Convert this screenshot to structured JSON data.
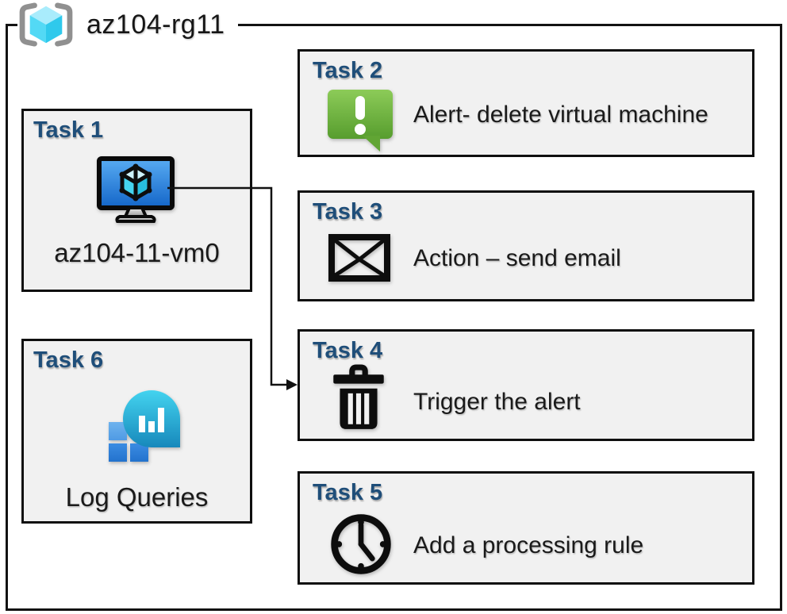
{
  "header": {
    "title": "az104-rg11",
    "icon": "resource-group-icon"
  },
  "tasks": [
    {
      "id": "task1",
      "title": "Task 1",
      "label": "az104-11-vm0",
      "icon": "virtual-machine-icon"
    },
    {
      "id": "task2",
      "title": "Task 2",
      "label": "Alert- delete virtual machine",
      "icon": "alert-message-icon"
    },
    {
      "id": "task3",
      "title": "Task 3",
      "label": "Action – send email",
      "icon": "email-envelope-icon"
    },
    {
      "id": "task4",
      "title": "Task 4",
      "label": "Trigger the alert",
      "icon": "trash-delete-icon"
    },
    {
      "id": "task5",
      "title": "Task 5",
      "label": "Add a processing rule",
      "icon": "clock-icon"
    },
    {
      "id": "task6",
      "title": "Task 6",
      "label": "Log Queries",
      "icon": "log-queries-icon"
    }
  ],
  "connector": {
    "from": "task1",
    "to": "task4",
    "style": "elbow-arrow"
  },
  "colors": {
    "title_blue": "#1f4e79",
    "box_fill": "#f1f1f1",
    "box_border": "#0f0f0f",
    "alert_green": "#6cb33f",
    "vm_screen_blue": "#2a7fd9",
    "cube_cyan": "#45d4ef",
    "log_balloon_teal": "#2bb3dd",
    "log_square_blue": "#2c7fd9",
    "bracket_gray": "#909090"
  }
}
